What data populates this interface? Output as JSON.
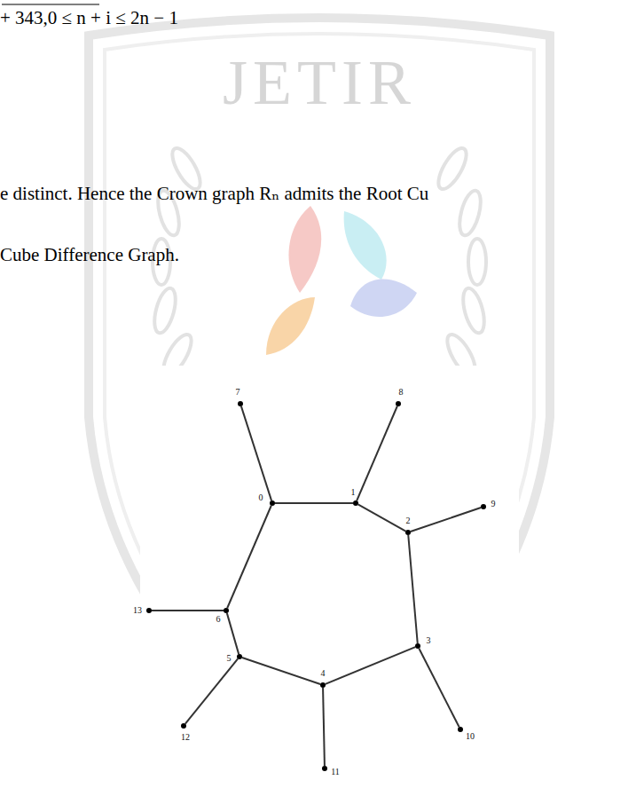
{
  "diagram": {
    "nodes": [
      {
        "text": [
          "0"
        ]
      },
      {
        "text": [
          "1"
        ]
      },
      {
        "text": [
          "2"
        ]
      },
      {
        "text": [
          "3"
        ]
      },
      {
        "text": [
          "4"
        ]
      },
      {
        "text": [
          "5"
        ]
      },
      {
        "text": [
          "6"
        ]
      },
      {
        "text": [
          "7"
        ]
      },
      {
        "text": [
          "8"
        ]
      },
      {
        "text": [
          "9"
        ]
      },
      {
        "text": [
          "10"
        ]
      },
      {
        "text": [
          "11"
        ]
      },
      {
        "text": [
          "12"
        ]
      },
      {
        "text": [
          "13"
        ]
      }
    ],
    "edges": [
      {
        "from": 0,
        "to": 1,
        "arrow": "none"
      },
      {
        "from": 1,
        "to": 2,
        "arrow": "none"
      },
      {
        "from": 2,
        "to": 3,
        "arrow": "none"
      },
      {
        "from": 3,
        "to": 4,
        "arrow": "none"
      },
      {
        "from": 4,
        "to": 5,
        "arrow": "none"
      },
      {
        "from": 5,
        "to": 6,
        "arrow": "none"
      },
      {
        "from": 6,
        "to": 0,
        "arrow": "none"
      },
      {
        "from": 0,
        "to": 7,
        "arrow": "none"
      },
      {
        "from": 1,
        "to": 8,
        "arrow": "none"
      },
      {
        "from": 2,
        "to": 9,
        "arrow": "none"
      },
      {
        "from": 3,
        "to": 10,
        "arrow": "none"
      },
      {
        "from": 4,
        "to": 11,
        "arrow": "none"
      },
      {
        "from": 5,
        "to": 12,
        "arrow": "none"
      },
      {
        "from": 6,
        "to": 13,
        "arrow": "none"
      }
    ],
    "labels": [
      "+ 343,0 ≤ n + i ≤ 2n − 1",
      "JETIR",
      "e distinct. Hence the Crown graph Rₙ admits the Root Cu",
      "Cube Difference Graph."
    ]
  }
}
